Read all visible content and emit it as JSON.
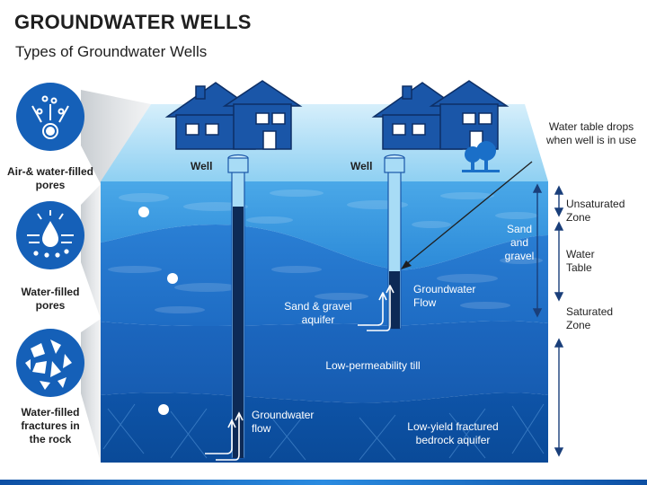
{
  "title": "GROUNDWATER WELLS",
  "subtitle": "Types of Groundwater Wells",
  "icons": [
    {
      "icon": "air-water-pores-icon",
      "label": "Air-& water-filled pores"
    },
    {
      "icon": "water-filled-pores-icon",
      "label": "Water-filled pores"
    },
    {
      "icon": "fractured-rock-icon",
      "label": "Water-filled fractures in the rock"
    }
  ],
  "wells": {
    "left_label": "Well",
    "right_label": "Well"
  },
  "layers": {
    "sand_gravel": "Sand and gravel",
    "sand_gravel_aquifer": "Sand & gravel aquifer",
    "groundwater_flow_upper": "Groundwater Flow",
    "low_permeability": "Low-permeability till",
    "groundwater_flow_lower": "Groundwater flow",
    "bedrock_aquifer": "Low-yield fractured bedrock aquifer"
  },
  "callout": "Water table drops when well is in use",
  "zones": {
    "unsaturated": "Unsaturated Zone",
    "water_table": "Water Table",
    "saturated": "Saturated Zone"
  },
  "colors": {
    "accent": "#1565c0",
    "sky_top": "#bfe3f7",
    "water_mid": "#2a7fd4",
    "bedrock": "#0a4fa0"
  }
}
